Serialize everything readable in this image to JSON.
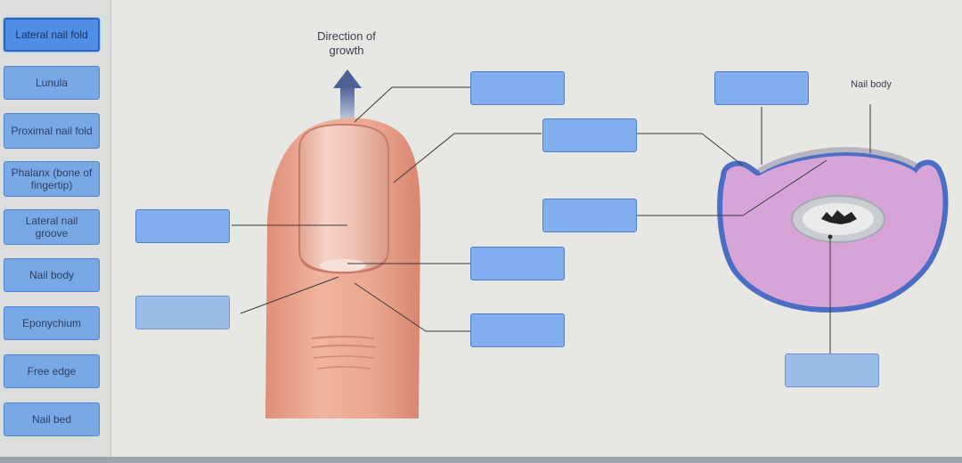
{
  "terms": [
    {
      "label": "Lateral nail fold",
      "selected": true
    },
    {
      "label": "Lunula",
      "selected": false
    },
    {
      "label": "Proximal nail fold",
      "selected": false
    },
    {
      "label": "Phalanx (bone of fingertip)",
      "selected": false
    },
    {
      "label": "Lateral nail groove",
      "selected": false
    },
    {
      "label": "Nail body",
      "selected": false
    },
    {
      "label": "Eponychium",
      "selected": false
    },
    {
      "label": "Free edge",
      "selected": false
    },
    {
      "label": "Nail bed",
      "selected": false
    }
  ],
  "diagram": {
    "direction_label": "Direction of growth",
    "cross_section_label": "Nail body"
  },
  "colors": {
    "term_fill": "#78a9e6",
    "dropzone_fill": "#82aef0",
    "skin": "#e8a48c",
    "tissue": "#d7a0d6",
    "arrow": "#5a6fa0"
  }
}
